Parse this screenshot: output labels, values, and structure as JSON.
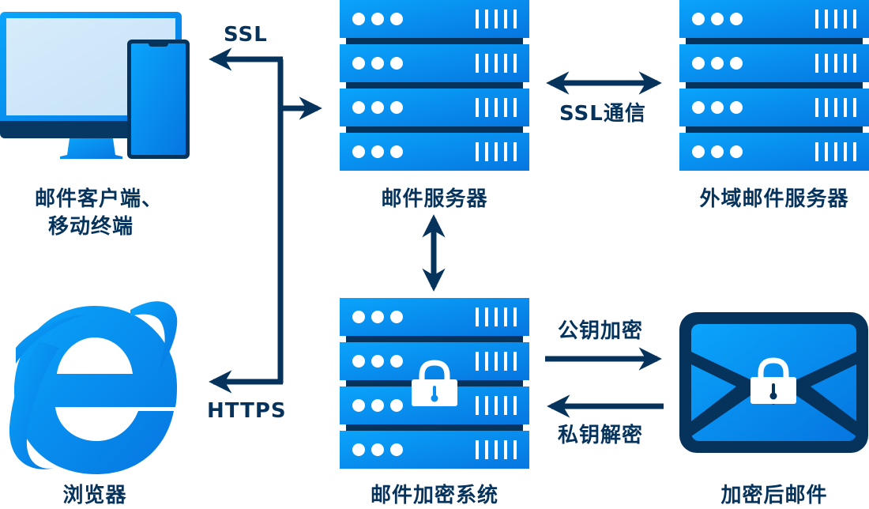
{
  "colors": {
    "primary_blue": "#0a8ef0",
    "light_blue": "#0aa0f8",
    "dark_navy": "#06335c",
    "screen_light": "#cfe6f8",
    "white": "#ffffff"
  },
  "nodes": {
    "client": {
      "label_line1": "邮件客户端、",
      "label_line2": "移动终端",
      "icon": "desktop-and-phone-icon"
    },
    "browser": {
      "label": "浏览器",
      "icon": "internet-explorer-icon"
    },
    "mail_server": {
      "label": "邮件服务器",
      "icon": "server-rack-icon"
    },
    "external_server": {
      "label": "外域邮件服务器",
      "icon": "server-rack-icon"
    },
    "encryption_system": {
      "label": "邮件加密系统",
      "icon": "locked-server-icon"
    },
    "encrypted_mail": {
      "label": "加密后邮件",
      "icon": "locked-envelope-icon"
    }
  },
  "edges": {
    "ssl": {
      "label": "SSL"
    },
    "https": {
      "label": "HTTPS"
    },
    "ssl_comm": {
      "label": "SSL通信"
    },
    "public_key_encrypt": {
      "label": "公钥加密"
    },
    "private_key_decrypt": {
      "label": "私钥解密"
    }
  }
}
